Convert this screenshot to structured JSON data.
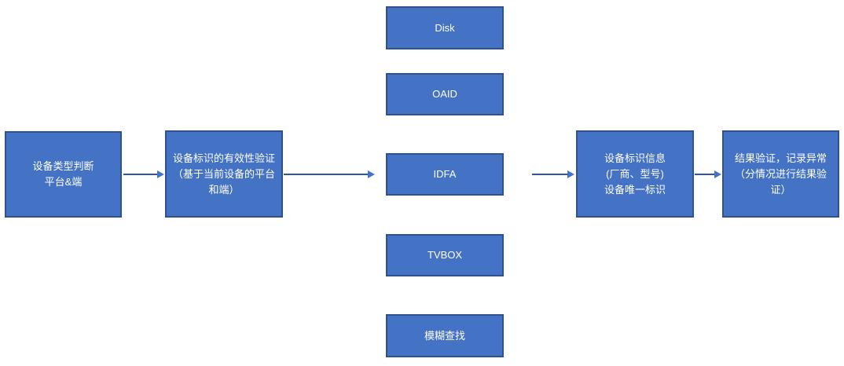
{
  "colors": {
    "background": "#FFFFFF",
    "box-fill": "#4472C4",
    "box-border": "#2F528F",
    "arrow-line": "#2E56A8",
    "arrow-head": "#4472C4",
    "text": "#FFFFFF"
  },
  "diagram": {
    "nodes": {
      "device_type": {
        "lines": [
          "设备类型判断",
          "平台&端"
        ]
      },
      "validity": {
        "lines": [
          "设备标识的有效性验证",
          "（基于当前设备的平台",
          "和端）"
        ]
      },
      "disk": {
        "label": "Disk"
      },
      "oaid": {
        "label": "OAID"
      },
      "idfa": {
        "label": "IDFA"
      },
      "tvbox": {
        "label": "TVBOX"
      },
      "fuzzy": {
        "label": "模糊查找"
      },
      "device_info": {
        "lines": [
          "设备标识信息",
          "(厂商、型号)",
          "设备唯一标识"
        ]
      },
      "result": {
        "lines": [
          "结果验证，记录异常",
          "（分情况进行结果验",
          "证）"
        ]
      }
    },
    "edges": [
      {
        "from": "device_type",
        "to": "validity"
      },
      {
        "from": "validity",
        "to": "idfa"
      },
      {
        "from": "idfa",
        "to": "device_info"
      },
      {
        "from": "device_info",
        "to": "result"
      }
    ]
  }
}
